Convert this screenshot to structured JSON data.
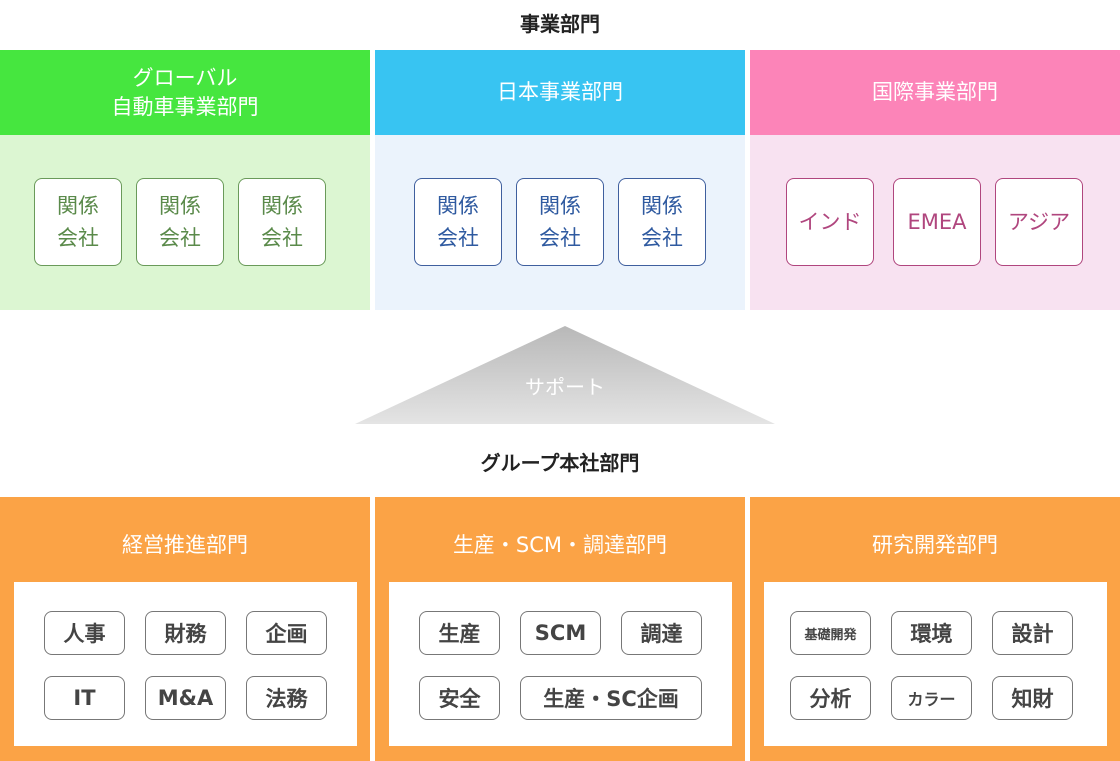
{
  "business_title": "事業部門",
  "divisions": [
    {
      "title_line1": "グローバル",
      "title_line2": "自動車事業部門",
      "companies": [
        [
          "関係",
          "会社"
        ],
        [
          "関係",
          "会社"
        ],
        [
          "関係",
          "会社"
        ]
      ]
    },
    {
      "title": "日本事業部門",
      "companies": [
        [
          "関係",
          "会社"
        ],
        [
          "関係",
          "会社"
        ],
        [
          "関係",
          "会社"
        ]
      ]
    },
    {
      "title": "国際事業部門",
      "regions": [
        "インド",
        "EMEA",
        "アジア"
      ]
    }
  ],
  "support_label": "サポート",
  "hq_title": "グループ本社部門",
  "hq_departments": [
    {
      "title": "経営推進部門",
      "items": [
        "人事",
        "財務",
        "企画",
        "IT",
        "M&A",
        "法務"
      ]
    },
    {
      "title": "生産・SCM・調達部門",
      "items": [
        "生産",
        "SCM",
        "調達",
        "安全",
        "生産・SC企画"
      ]
    },
    {
      "title": "研究開発部門",
      "items": [
        "基礎開発",
        "環境",
        "設計",
        "分析",
        "カラー",
        "知財"
      ]
    }
  ],
  "colors": {
    "green_header": "#46e63f",
    "green_panel": "#dcf6d2",
    "blue_header": "#38c4f2",
    "blue_panel": "#ebf3fc",
    "pink_header": "#fc84b8",
    "pink_panel": "#f8e2f1",
    "orange": "#fba346",
    "triangle_top": "#b8b8b8",
    "triangle_bottom": "#e4e4e4"
  }
}
